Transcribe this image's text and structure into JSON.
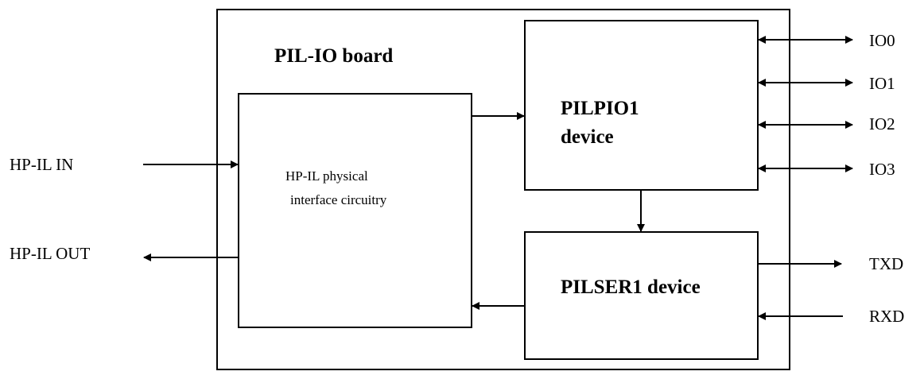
{
  "board": {
    "title": "PIL-IO board"
  },
  "blocks": {
    "hpil": {
      "line1": "HP-IL physical",
      "line2": "interface circuitry"
    },
    "pilpio": {
      "line1": "PILPIO1",
      "line2": "device"
    },
    "pilser": {
      "label": "PILSER1 device"
    }
  },
  "signals": {
    "hpil_in": "HP-IL IN",
    "hpil_out": "HP-IL OUT",
    "io": [
      "IO0",
      "IO1",
      "IO2",
      "IO3"
    ],
    "txd": "TXD",
    "rxd": "RXD"
  }
}
